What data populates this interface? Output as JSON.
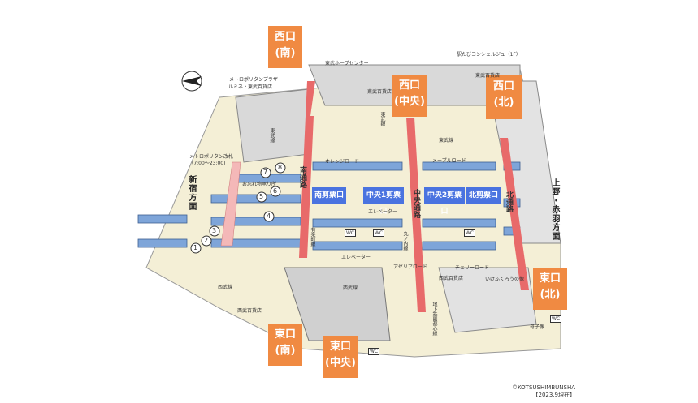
{
  "exits": {
    "west_south": {
      "line1": "西口",
      "line2": "(南)"
    },
    "west_center": {
      "line1": "西口",
      "line2": "(中央)"
    },
    "west_north": {
      "line1": "西口",
      "line2": "(北)"
    },
    "east_north": {
      "line1": "東口",
      "line2": "(北)"
    },
    "east_south": {
      "line1": "東口",
      "line2": "(南)"
    },
    "east_center": {
      "line1": "東口",
      "line2": "(中央)"
    }
  },
  "gates": {
    "south": "南剪票口",
    "center1": "中央1剪票口",
    "center2": "中央2剪票口",
    "north": "北剪票口"
  },
  "corridors": {
    "south": "南通路",
    "center": "中央通路",
    "north": "北通路"
  },
  "directions": {
    "shinjuku": "新宿方面",
    "ueno": "上野・赤羽方面"
  },
  "labels": {
    "tobu_hope": "東武ホープセンター",
    "concierge": "駅たびコンシェルジュ（1F）",
    "metropolitan_plaza": "メトロポリタンプラザ",
    "lumine_tobu": "ルミネ・東武百貨店",
    "metropolitan_gate": "メトロポリタン改札",
    "metropolitan_hours": "(7:00〜23:00)",
    "lost_found": "お忘れ物承り所",
    "tobu_dept_top": "東武百貨店",
    "tobu_line_top": "東武線",
    "tobu_line_left": "東武線",
    "orange_road": "オレンジロード",
    "tobu_line_right": "東武線",
    "tobu_dept_right": "東武百貨店",
    "elevator_top": "エレベーター",
    "elevator_bottom": "エレベーター",
    "marunouchi": "丸ノ内線",
    "yurakucho": "有楽町線",
    "seibu_line_left": "西武線",
    "seibu_line_center": "西武線",
    "seibu_dept_left": "西武百貨店",
    "seibu_dept_right": "西武百貨店",
    "cherry_road": "チェリーロード",
    "azalea_road": "アゼリアロード",
    "ikefukuro": "いけふくろうの像",
    "boshizo": "母子像",
    "fukutoshin": "地下鉄副都心線",
    "maple_road": "メープルロード",
    "wc": "WC",
    "platform_nums": [
      "1",
      "2",
      "3",
      "4",
      "5",
      "6",
      "7",
      "8"
    ]
  },
  "copyright": {
    "line1": "©KOTSUSHIMBUNSHA",
    "line2": "【2023.9現在】"
  },
  "colors": {
    "exit": "#f08a42",
    "gate": "#4a73e0",
    "corridor": "#e86a6a",
    "platform": "#7ea5d9",
    "concourse": "#f4efd6",
    "building": "#d9d9d9",
    "pink_corridor": "#f4b8b8"
  }
}
